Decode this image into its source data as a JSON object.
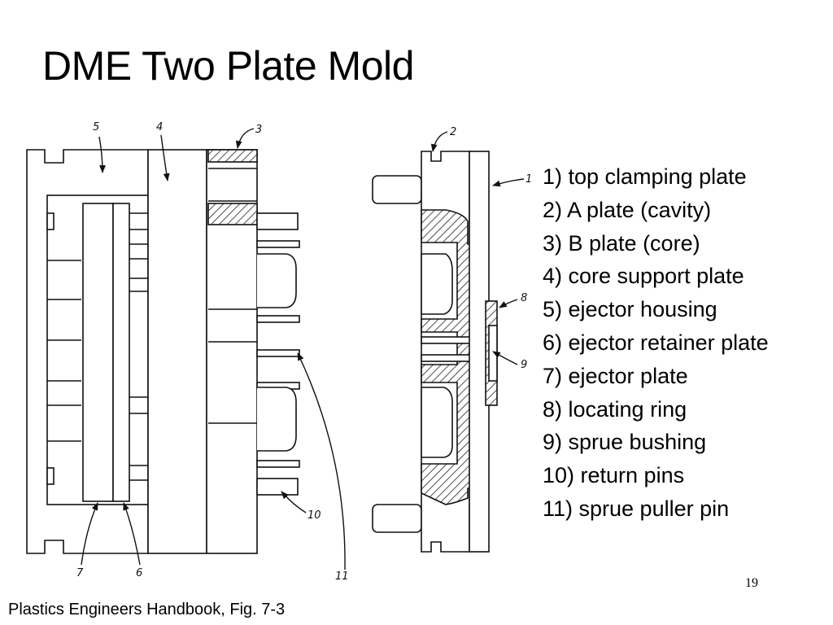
{
  "slide": {
    "title": "DME Two Plate Mold",
    "page_number": "19",
    "caption": "Plastics Engineers Handbook, Fig. 7-3"
  },
  "diagram": {
    "callouts": [
      "1",
      "2",
      "3",
      "4",
      "5",
      "6",
      "7",
      "8",
      "9",
      "10",
      "11"
    ]
  },
  "legend": {
    "items": [
      "1) top clamping plate",
      "2) A plate (cavity)",
      "3) B plate (core)",
      "4) core support plate",
      "5) ejector housing",
      "6) ejector retainer plate",
      "7) ejector plate",
      "8) locating ring",
      "9) sprue bushing",
      "10) return pins",
      "11) sprue puller pin"
    ]
  }
}
